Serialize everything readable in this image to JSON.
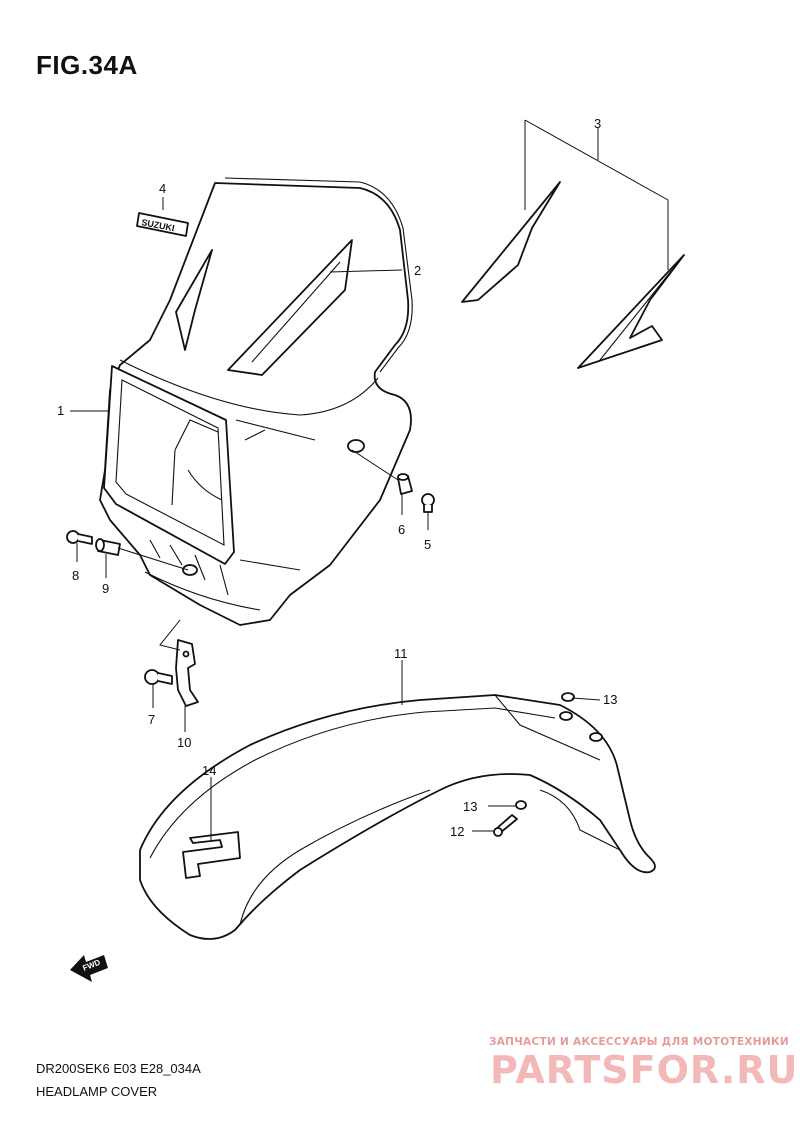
{
  "figure_title": "FIG.34A",
  "callouts": {
    "p1": "1",
    "p2": "2",
    "p3": "3",
    "p4": "4",
    "p5": "5",
    "p6": "6",
    "p7": "7",
    "p8": "8",
    "p9": "9",
    "p10": "10",
    "p11": "11",
    "p12": "12",
    "p13a": "13",
    "p13b": "13",
    "p14": "14"
  },
  "decal_text": "SUZUKI",
  "fwd_text": "FWD",
  "model_code": "DR200SEK6 E03 E28_034A",
  "caption": "HEADLAMP COVER",
  "watermark": {
    "tagline": "ЗАПЧАСТИ И АКСЕССУАРЫ ДЛЯ МОТОТЕХНИКИ",
    "site": "PARTSFOR.RU"
  }
}
